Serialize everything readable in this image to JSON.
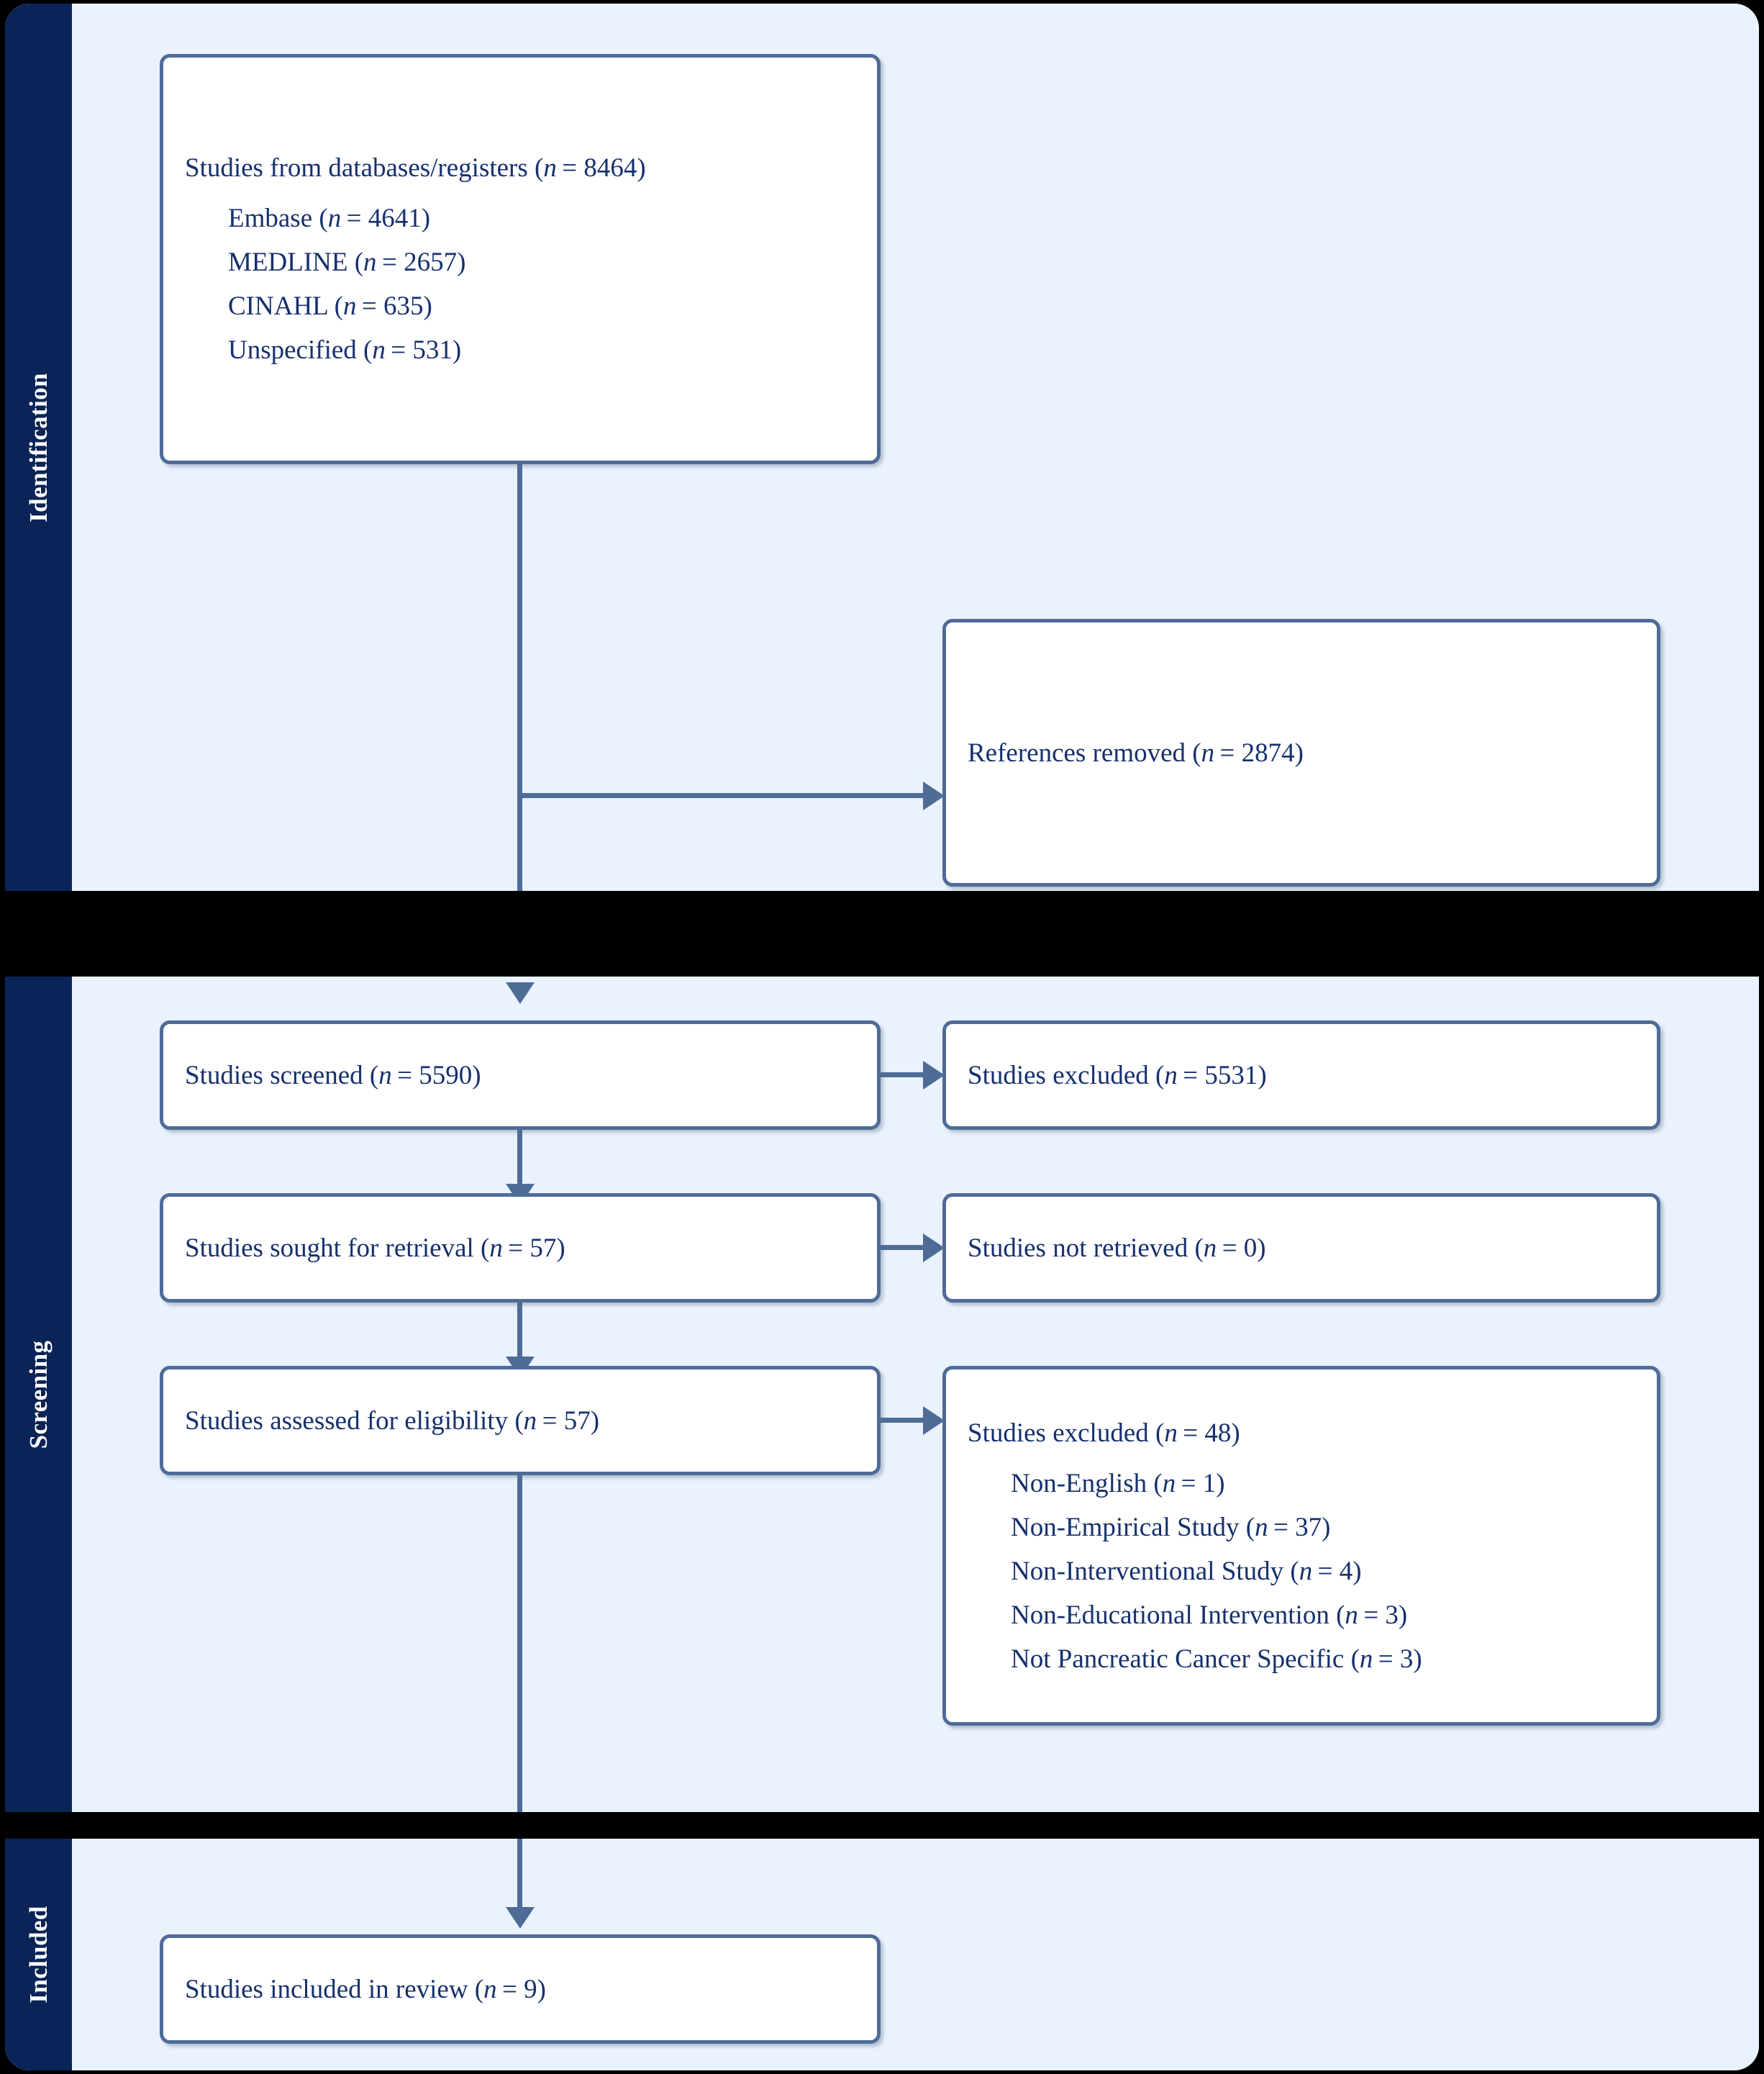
{
  "diagram": {
    "type": "prisma-flow-diagram",
    "accent_navy": "#0a2458",
    "panel_background": "#eaf2fd",
    "box_border": "#4f6c97",
    "text_color": "#16306e",
    "gap_color": "#000000"
  },
  "stages": {
    "identification": {
      "label": "Identification"
    },
    "screening": {
      "label": "Screening"
    },
    "included": {
      "label": "Included"
    }
  },
  "boxes": {
    "databases": {
      "heading": "Studies from databases/registers (n = 8464)",
      "items": [
        "Embase (n = 4641)",
        "MEDLINE (n = 2657)",
        "CINAHL (n = 635)",
        "Unspecified (n = 531)"
      ]
    },
    "references_removed": {
      "heading": "References removed (n = 2874)"
    },
    "screened": {
      "heading": "Studies screened (n = 5590)"
    },
    "excluded_screened": {
      "heading": "Studies excluded (n = 5531)"
    },
    "sought": {
      "heading": "Studies sought for retrieval (n = 57)"
    },
    "not_retrieved": {
      "heading": "Studies not retrieved (n = 0)"
    },
    "assessed": {
      "heading": "Studies assessed for eligibility (n = 57)"
    },
    "excluded_eligibility": {
      "heading": "Studies excluded (n = 48)",
      "items": [
        "Non-English (n = 1)",
        "Non-Empirical Study (n = 37)",
        "Non-Interventional Study (n = 4)",
        "Non-Educational Intervention (n = 3)",
        "Not Pancreatic Cancer Specific (n = 3)"
      ]
    },
    "included_review": {
      "heading": "Studies included in review (n = 9)"
    }
  },
  "chart_data": {
    "type": "table",
    "title": "PRISMA 2020 flow diagram",
    "stages": [
      "Identification",
      "Screening",
      "Included"
    ],
    "nodes": [
      {
        "id": "databases",
        "stage": "Identification",
        "label": "Studies from databases/registers",
        "n": 8464,
        "breakdown": [
          {
            "label": "Embase",
            "n": 4641
          },
          {
            "label": "MEDLINE",
            "n": 2657
          },
          {
            "label": "CINAHL",
            "n": 635
          },
          {
            "label": "Unspecified",
            "n": 531
          }
        ]
      },
      {
        "id": "references_removed",
        "stage": "Identification",
        "label": "References removed",
        "n": 2874
      },
      {
        "id": "screened",
        "stage": "Screening",
        "label": "Studies screened",
        "n": 5590
      },
      {
        "id": "excluded_screened",
        "stage": "Screening",
        "label": "Studies excluded",
        "n": 5531
      },
      {
        "id": "sought",
        "stage": "Screening",
        "label": "Studies sought for retrieval",
        "n": 57
      },
      {
        "id": "not_retrieved",
        "stage": "Screening",
        "label": "Studies not retrieved",
        "n": 0
      },
      {
        "id": "assessed",
        "stage": "Screening",
        "label": "Studies assessed for eligibility",
        "n": 57
      },
      {
        "id": "excluded_eligibility",
        "stage": "Screening",
        "label": "Studies excluded",
        "n": 48,
        "breakdown": [
          {
            "label": "Non-English",
            "n": 1
          },
          {
            "label": "Non-Empirical Study",
            "n": 37
          },
          {
            "label": "Non-Interventional Study",
            "n": 4
          },
          {
            "label": "Non-Educational Intervention",
            "n": 3
          },
          {
            "label": "Not Pancreatic Cancer Specific",
            "n": 3
          }
        ]
      },
      {
        "id": "included_review",
        "stage": "Included",
        "label": "Studies included in review",
        "n": 9
      }
    ],
    "edges": [
      {
        "from": "databases",
        "to": "references_removed"
      },
      {
        "from": "databases",
        "to": "screened"
      },
      {
        "from": "screened",
        "to": "excluded_screened"
      },
      {
        "from": "screened",
        "to": "sought"
      },
      {
        "from": "sought",
        "to": "not_retrieved"
      },
      {
        "from": "sought",
        "to": "assessed"
      },
      {
        "from": "assessed",
        "to": "excluded_eligibility"
      },
      {
        "from": "assessed",
        "to": "included_review"
      }
    ]
  }
}
